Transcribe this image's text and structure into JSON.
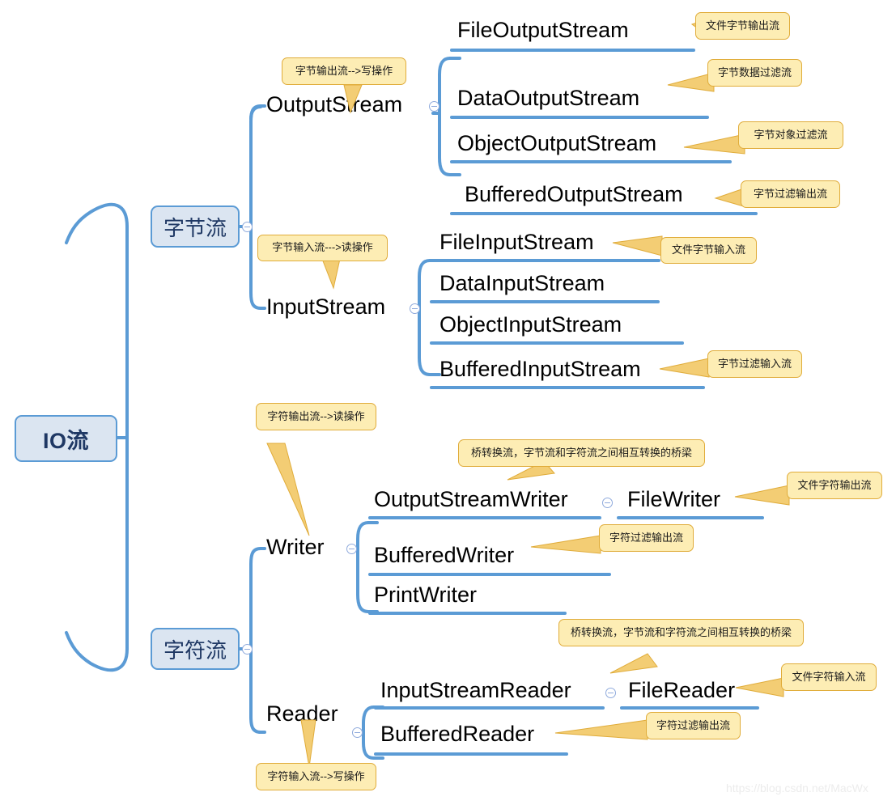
{
  "diagram": {
    "title": "IO流",
    "watermark": "https://blog.csdn.net/MacWx",
    "colors": {
      "node_fill": "#dbe5f1",
      "node_border": "#5b9bd5",
      "node_text": "#1f3864",
      "branch_line": "#5b9bd5",
      "callout_fill": "#fdedb4",
      "callout_border": "#e0ac3a",
      "callout_tail": "#f0c463",
      "leaf_text": "#000000"
    },
    "root": {
      "label": "IO流"
    },
    "branches": [
      {
        "label": "字节流",
        "children": [
          {
            "label": "OutputStream",
            "note": "字节输出流-->写操作",
            "children": [
              {
                "label": "FileOutputStream",
                "note": "文件字节输出流"
              },
              {
                "label": "DataOutputStream",
                "note": "字节数据过滤流"
              },
              {
                "label": "ObjectOutputStream",
                "note": "字节对象过滤流"
              },
              {
                "label": "BufferedOutputStream",
                "note": "字节过滤输出流"
              }
            ]
          },
          {
            "label": "InputStream",
            "note": "字节输入流--->读操作",
            "children": [
              {
                "label": "FileInputStream",
                "note": "文件字节输入流"
              },
              {
                "label": "DataInputStream",
                "note": ""
              },
              {
                "label": "ObjectInputStream",
                "note": ""
              },
              {
                "label": "BufferedInputStream",
                "note": "字节过滤输入流"
              }
            ]
          }
        ]
      },
      {
        "label": "字符流",
        "children": [
          {
            "label": "Writer",
            "note": "字符输出流-->读操作",
            "children": [
              {
                "label": "OutputStreamWriter",
                "note": "桥转换流，字节流和字符流之间相互转换的桥梁",
                "children": [
                  {
                    "label": "FileWriter",
                    "note": "文件字符输出流"
                  }
                ]
              },
              {
                "label": "BufferedWriter",
                "note": "字符过滤输出流"
              },
              {
                "label": "PrintWriter",
                "note": ""
              }
            ]
          },
          {
            "label": "Reader",
            "note": "字符输入流-->写操作",
            "children": [
              {
                "label": "InputStreamReader",
                "note": "桥转换流，字节流和字符流之间相互转换的桥梁",
                "children": [
                  {
                    "label": "FileReader",
                    "note": "文件字符输入流"
                  }
                ]
              },
              {
                "label": "BufferedReader",
                "note": "字符过滤输出流"
              }
            ]
          }
        ]
      }
    ],
    "nodes": {
      "root": "IO流",
      "byte_stream": "字节流",
      "char_stream": "字符流",
      "output_stream": "OutputStream",
      "input_stream": "InputStream",
      "writer": "Writer",
      "reader": "Reader",
      "file_output_stream": "FileOutputStream",
      "data_output_stream": "DataOutputStream",
      "object_output_stream": "ObjectOutputStream",
      "buffered_output_stream": "BufferedOutputStream",
      "file_input_stream": "FileInputStream",
      "data_input_stream": "DataInputStream",
      "object_input_stream": "ObjectInputStream",
      "buffered_input_stream": "BufferedInputStream",
      "output_stream_writer": "OutputStreamWriter",
      "file_writer": "FileWriter",
      "buffered_writer": "BufferedWriter",
      "print_writer": "PrintWriter",
      "input_stream_reader": "InputStreamReader",
      "file_reader": "FileReader",
      "buffered_reader": "BufferedReader"
    },
    "callouts": {
      "output_stream": "字节输出流-->写操作",
      "file_output_stream": "文件字节输出流",
      "data_output_stream": "字节数据过滤流",
      "object_output_stream": "字节对象过滤流",
      "buffered_output_stream": "字节过滤输出流",
      "input_stream": "字节输入流--->读操作",
      "file_input_stream": "文件字节输入流",
      "buffered_input_stream": "字节过滤输入流",
      "writer": "字符输出流-->读操作",
      "output_stream_writer": "桥转换流，字节流和字符流之间相互转换的桥梁",
      "file_writer": "文件字符输出流",
      "buffered_writer": "字符过滤输出流",
      "reader": "字符输入流-->写操作",
      "input_stream_reader": "桥转换流，字节流和字符流之间相互转换的桥梁",
      "file_reader": "文件字符输入流",
      "buffered_reader": "字符过滤输出流"
    }
  }
}
